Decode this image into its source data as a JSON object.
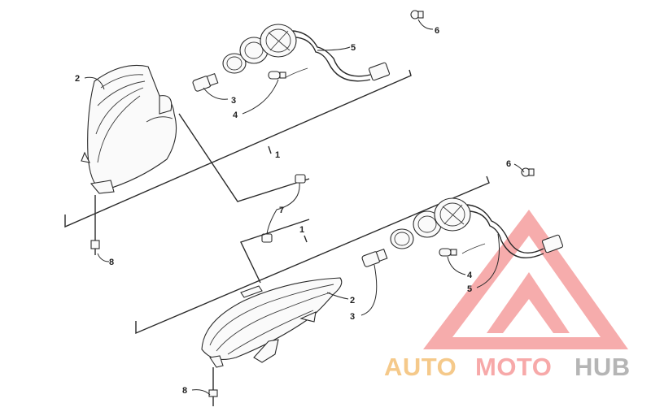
{
  "callouts": {
    "upper": {
      "c1": "1",
      "c2": "2",
      "c3": "3",
      "c4": "4",
      "c5": "5",
      "c6": "6",
      "c7": "7",
      "c8": "8"
    },
    "lower": {
      "c1": "1",
      "c2": "2",
      "c3": "3",
      "c4": "4",
      "c5": "5",
      "c6": "6",
      "c8": "8"
    }
  },
  "watermark": {
    "part1": "AUTO",
    "part2": "MOTO",
    "part3": "HUB",
    "color_auto": "#f5c98a",
    "color_moto": "#f7a9a9",
    "color_hub": "#b5b5b5",
    "color_logo": "#f06a6a"
  }
}
